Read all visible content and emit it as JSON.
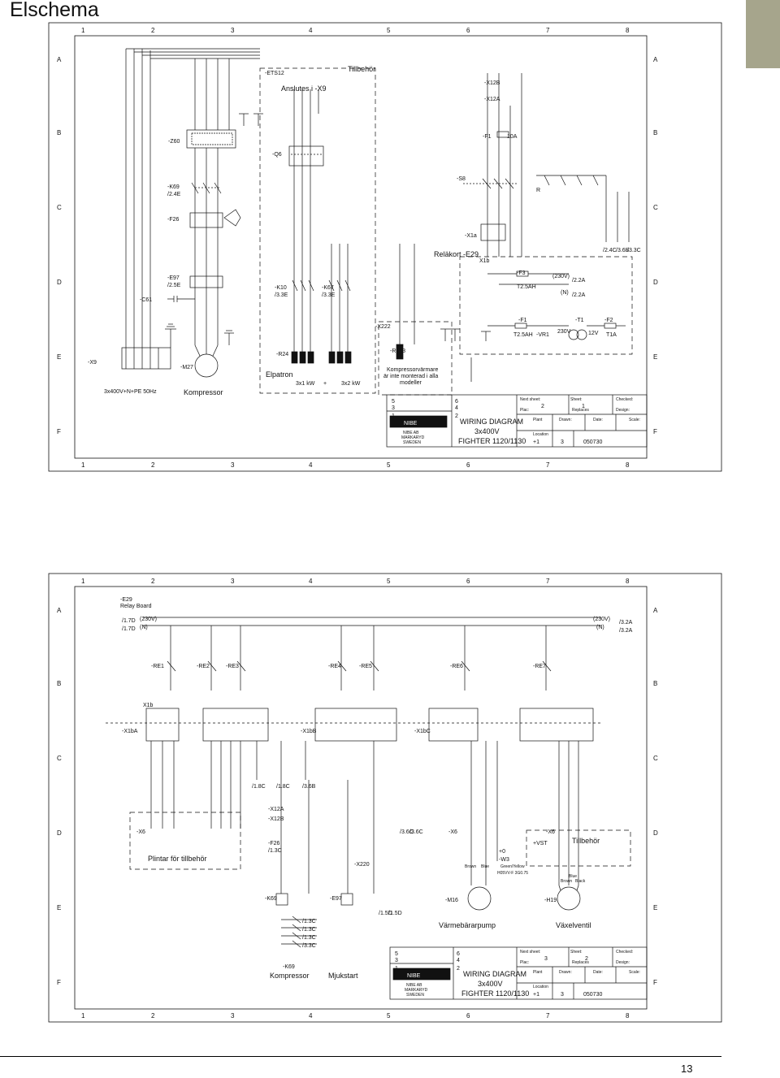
{
  "page": {
    "title": "Elschema",
    "page_number": "13",
    "tab_color": "#a6a58c"
  },
  "grid": {
    "columns": [
      "1",
      "2",
      "3",
      "4",
      "5",
      "6",
      "7",
      "8"
    ],
    "rows": [
      "A",
      "B",
      "C",
      "D",
      "E",
      "F"
    ]
  },
  "sheet1": {
    "labels": {
      "x9": "-X9",
      "supply": "3x400V+N+PE 50Hz",
      "m27": "-M27",
      "compressor": "Kompressor",
      "z60": "-Z60",
      "k69": "-K69",
      "k69_ref": "/2.4E",
      "f26": "-F26",
      "e97": "-E97",
      "e97_ref": "/2.5E",
      "c61": "-C61",
      "ets12": "-ETS12",
      "connect": "Anslutes i -X9",
      "accessory": "Tillbehör",
      "q6": "-Q6",
      "k10": "-K10",
      "k10_ref": "/3.3E",
      "k67": "-K67",
      "k67_ref": "/3.3E",
      "r24": "-R24",
      "elpatron": "Elpatron",
      "kw1": "3x1 kW",
      "plus": "+",
      "kw2": "3x2 kW",
      "x222": "-X222",
      "r153": "-R153",
      "r153_note_1": "Kompressorvärmare",
      "r153_note_2": "är inte monterad i alla",
      "r153_note_3": "modeller",
      "x12b": "-X12B",
      "x12a": "-X12A",
      "f1_top": "-F1",
      "f1_rating": "10A",
      "s8": "-S8",
      "x1a": "-X1a",
      "relay_card": "Reläkort -E29",
      "x1b": "X1b",
      "f3": "-F3",
      "f3_rating": "T2.5AH",
      "v230": "(230V)",
      "v230_ref": "/2.2A",
      "n": "(N)",
      "n_ref": "/2.2A",
      "f1": "-F1",
      "f1_low": "T2.5AH",
      "vr1": "-VR1",
      "t1": "-T1",
      "t1_in": "230V",
      "t1_out": "12V",
      "f2": "-F2",
      "f2_rating": "T1A",
      "r": "R",
      "ref_a": "/2.4C",
      "ref_b": "/3.6B",
      "ref_c": "/3.3C"
    },
    "title_block": {
      "next_sheet": "Next sheet:",
      "next_sheet_val": "2",
      "sheet": "Sheet:",
      "sheet_val": "1",
      "checked": "Checked:",
      "plac": "Plac:",
      "replaces": "Replaces",
      "design": "Design:",
      "plant": "Plant",
      "drawn": "Drawn:",
      "date": "Date:",
      "scale": "Scale:",
      "location": "Location",
      "location_val": "+1",
      "doc_no": "3",
      "date_val": "050730",
      "wiring": "WIRING DIAGRAM",
      "voltage": "3x400V",
      "model": "FIGHTER 1120/1130",
      "logo": "NIBE",
      "company_1": "NIBE AB",
      "company_2": "MARKARYD",
      "company_3": "SWEDEN",
      "rev": [
        "5",
        "3",
        "1",
        "6",
        "4",
        "2"
      ]
    }
  },
  "sheet2": {
    "labels": {
      "e29": "-E29",
      "relay_board": "Relay Board",
      "v230": "(230V)",
      "n": "(N)",
      "ref_1": "/1.7D",
      "ref_2": "/1.7D",
      "ref_r1": "/3.2A",
      "ref_r2": "/3.2A",
      "relays": [
        "-RE1",
        "-RE2",
        "-RE3",
        "-RE4",
        "-RE5",
        "-RE6",
        "-RE7"
      ],
      "x1b": "X1b",
      "x1ba": "-X1bA",
      "x1bb": "-X1bB",
      "x1bc": "-X1bC",
      "refs_c": [
        "/1.8C",
        "/1.8C",
        "/3.6B"
      ],
      "x6_left": "-X6",
      "x12a": "-X12A",
      "x12b": "-X12B",
      "f26": "-F26",
      "f26_ref": "/1.3C",
      "x220": "-X220",
      "x6_mid": "-X6",
      "x6_right": "-X6",
      "vst": "+VST",
      "accessory": "Tillbehör",
      "plintar": "Plintar för tillbehör",
      "k69": "-K69",
      "e97": "-E97",
      "ref_15": "/1.5D",
      "ref_15b": "/1.5D",
      "ref_36": "/3.6C",
      "ref_36b": "/3.6C",
      "w3": "-W3",
      "plus0": "+0",
      "brown": "Brown",
      "blue": "Blue",
      "green_yellow": "Green/Yellow",
      "cable": "H05VV-F 3G0.75",
      "m16": "-M16",
      "pump": "Värmebärarpump",
      "h19": "-H19",
      "valve": "Växelventil",
      "black": "Black",
      "brown_v": "Brown",
      "blue_v": "Blue",
      "k69_bottom": "-K69",
      "compressor": "Kompressor",
      "softstart": "Mjukstart",
      "k69_refs": [
        "/1.3C",
        "/1.3C",
        "/1.3C",
        "/3.3C"
      ]
    },
    "title_block": {
      "next_sheet": "Next sheet:",
      "next_sheet_val": "3",
      "sheet": "Sheet:",
      "sheet_val": "2",
      "checked": "Checked:",
      "plac": "Plac:",
      "replaces": "Replaces",
      "design": "Design:",
      "plant": "Plant",
      "drawn": "Drawn:",
      "date": "Date:",
      "scale": "Scale:",
      "location": "Location",
      "location_val": "+1",
      "doc_no": "3",
      "date_val": "050730",
      "wiring": "WIRING DIAGRAM",
      "voltage": "3x400V",
      "model": "FIGHTER 1120/1130",
      "logo": "NIBE",
      "company_1": "NIBE AB",
      "company_2": "MARKARYD",
      "company_3": "SWEDEN",
      "rev": [
        "5",
        "3",
        "1",
        "6",
        "4",
        "2"
      ]
    }
  }
}
